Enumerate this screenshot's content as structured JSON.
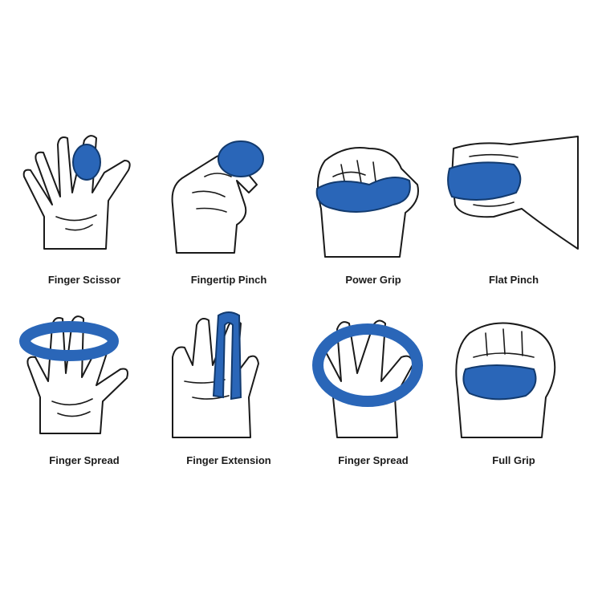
{
  "colors": {
    "putty": "#2a66b8",
    "outline": "#1a1a1a",
    "background": "#ffffff"
  },
  "exercises": [
    {
      "label": "Finger Scissor"
    },
    {
      "label": "Fingertip Pinch"
    },
    {
      "label": "Power Grip"
    },
    {
      "label": "Flat Pinch"
    },
    {
      "label": "Finger Spread"
    },
    {
      "label": "Finger Extension"
    },
    {
      "label": "Finger Spread"
    },
    {
      "label": "Full Grip"
    }
  ]
}
